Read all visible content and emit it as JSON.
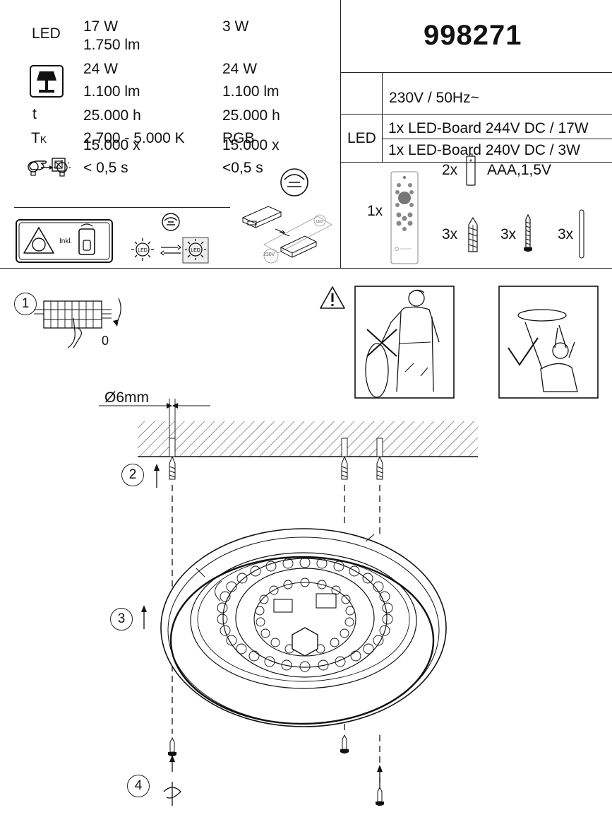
{
  "specs": {
    "led_label": "LED",
    "col1": {
      "power_led": "17 W",
      "lumen_led": "1.750 lm",
      "power_lamp": "24 W",
      "lumen_lamp": "1.100 lm",
      "lifetime": "25.000 h",
      "color_temp": "2.700 - 5.000 K",
      "switch_cycles": "15.000 x",
      "start_time": "< 0,5 s"
    },
    "col2": {
      "power_led": "3 W",
      "power_lamp": "24 W",
      "lumen_lamp": "1.100 lm",
      "lifetime": "25.000 h",
      "color_temp": "RGB",
      "switch_cycles": "15.000 x",
      "start_time": "<0,5 s"
    },
    "lifetime_symbol": "t",
    "tk_symbol_main": "T",
    "tk_symbol_sub": "K",
    "remote_incl": "Inkl.",
    "driver_label": "230V"
  },
  "product": {
    "model_number": "998271",
    "voltage": "230V / 50Hz~",
    "led_label": "LED",
    "led_board_1": "1x LED-Board 244V DC / 17W",
    "led_board_2": "1x LED-Board 240V DC / 3W"
  },
  "contents": {
    "remote_qty": "1x",
    "battery_qty": "2x",
    "battery_type": "AAA,1,5V",
    "anchor_qty": "3x",
    "screw_qty": "3x",
    "rod_qty": "3x"
  },
  "steps": {
    "step1": "1",
    "step1_zero": "0",
    "drill_diameter": "Ø6mm",
    "step2": "2",
    "step3": "3",
    "step4": "4"
  }
}
